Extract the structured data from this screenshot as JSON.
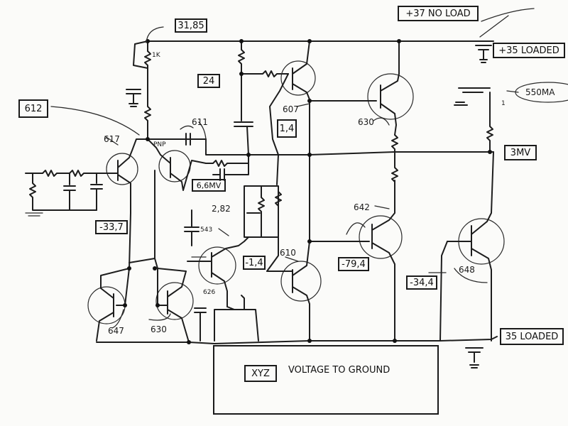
{
  "boxes": {
    "v_3185": "31,85",
    "no_load": "+37 NO LOAD",
    "loaded_pos": "+35 LOADED",
    "v_612": "612",
    "v_24": "24",
    "v_14": "1,4",
    "v_3mv": "3MV",
    "v_6mv": "6,6MV",
    "v_n337": "-33,7",
    "v_n14": "-1,4",
    "v_n794": "-79,4",
    "v_n344": "-34,4",
    "loaded_neg": "35 LOADED",
    "xyz": "XYZ"
  },
  "text": {
    "voltage_to_ground": "VOLTAGE TO GROUND",
    "current_550": "550MA",
    "r_1k": "1K",
    "pnp": "PNP",
    "v_282": "2,82",
    "v_543": "543",
    "one": "1"
  },
  "transistors": {
    "t617": "617",
    "t611": "611",
    "t607": "607",
    "t630_top": "630",
    "t642": "642",
    "t610": "610",
    "t626": "626",
    "t648": "648",
    "t647": "647",
    "t630_bottom": "630"
  }
}
